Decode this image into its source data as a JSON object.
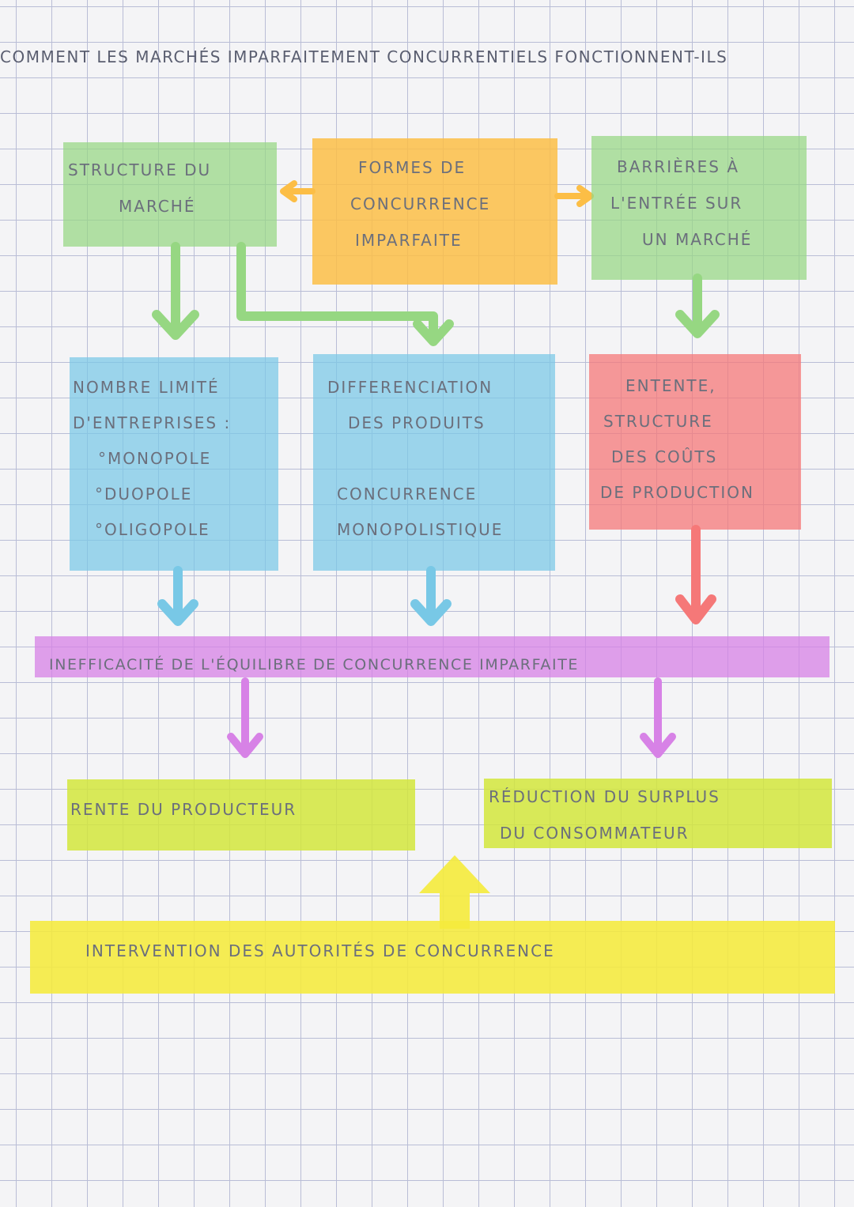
{
  "title": "COMMENT LES MARCHÉS IMPARFAITEMENT CONCURRENTIELS FONCTIONNENT-ILS",
  "colors": {
    "green": "#96d782",
    "orange": "#fcbe46",
    "blue": "#78c8e6",
    "red": "#f57878",
    "purple": "#d782e6",
    "lime": "#d2e63c",
    "yellow": "#f5eb3c"
  },
  "boxes": {
    "structure": {
      "lines": [
        "STRUCTURE DU",
        "MARCHÉ"
      ]
    },
    "formes": {
      "lines": [
        "FORMES DE",
        "CONCURRENCE",
        "IMPARFAITE"
      ]
    },
    "barrieres": {
      "lines": [
        "BARRIÈRES À",
        "L'ENTRÉE SUR",
        "UN MARCHÉ"
      ]
    },
    "nombre": {
      "lines": [
        "NOMBRE LIMITÉ",
        "D'ENTREPRISES :",
        "°MONOPOLE",
        "°DUOPOLE",
        "°OLIGOPOLE"
      ]
    },
    "differenciation": {
      "lines": [
        "DIFFERENCIATION",
        "DES PRODUITS",
        "",
        "CONCURRENCE",
        "MONOPOLISTIQUE"
      ]
    },
    "entente": {
      "lines": [
        "ENTENTE,",
        "STRUCTURE",
        "DES COÛTS",
        "DE PRODUCTION"
      ]
    },
    "inefficacite": {
      "lines": [
        "INEFFICACITÉ DE L'ÉQUILIBRE DE CONCURRENCE IMPARFAITE"
      ]
    },
    "rente": {
      "lines": [
        "RENTE DU PRODUCTEUR"
      ]
    },
    "reduction": {
      "lines": [
        "RÉDUCTION DU SURPLUS",
        "DU CONSOMMATEUR"
      ]
    },
    "intervention": {
      "lines": [
        "INTERVENTION DES AUTORITÉS DE CONCURRENCE"
      ]
    }
  }
}
